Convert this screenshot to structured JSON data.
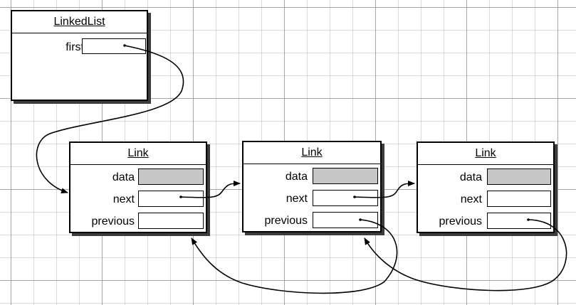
{
  "linked_list": {
    "title": "LinkedList",
    "field_first": "first"
  },
  "links": [
    {
      "title": "Link",
      "field_data": "data",
      "field_next": "next",
      "field_previous": "previous"
    },
    {
      "title": "Link",
      "field_data": "data",
      "field_next": "next",
      "field_previous": "previous"
    },
    {
      "title": "Link",
      "field_data": "data",
      "field_next": "next",
      "field_previous": "previous"
    }
  ],
  "colors": {
    "data_fill": "#c6c6c6",
    "line": "#000000",
    "shadow": "#3c3c3c"
  }
}
